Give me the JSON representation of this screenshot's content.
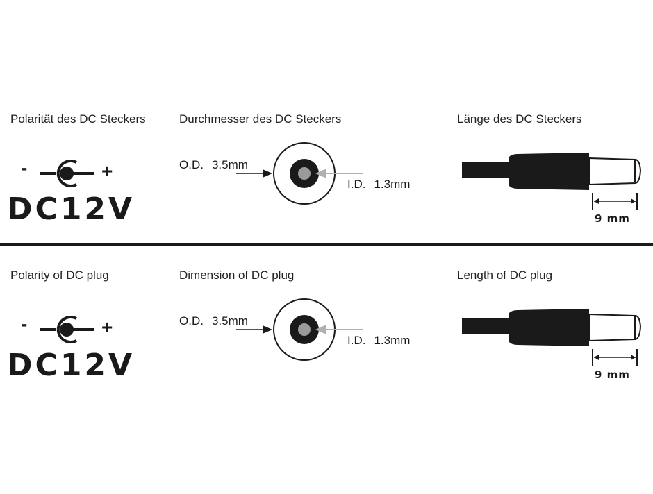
{
  "german": {
    "polarity_heading": "Polarität des DC Steckers",
    "dimension_heading": "Durchmesser des DC Steckers",
    "length_heading": "Länge des DC Steckers"
  },
  "english": {
    "polarity_heading": "Polarity of DC plug",
    "dimension_heading": "Dimension of DC plug",
    "length_heading": "Length of DC plug"
  },
  "polarity": {
    "minus": "-",
    "plus": "+",
    "voltage": "DC12V"
  },
  "dimension": {
    "od_label": "O.D.",
    "od_value": "3.5mm",
    "id_label": "I.D.",
    "id_value": "1.3mm"
  },
  "length": {
    "value": "9 mm"
  },
  "colors": {
    "ink": "#1a1a1a",
    "center_pin": "#9a9a9a",
    "arrow_gray": "#b0b0b0"
  }
}
